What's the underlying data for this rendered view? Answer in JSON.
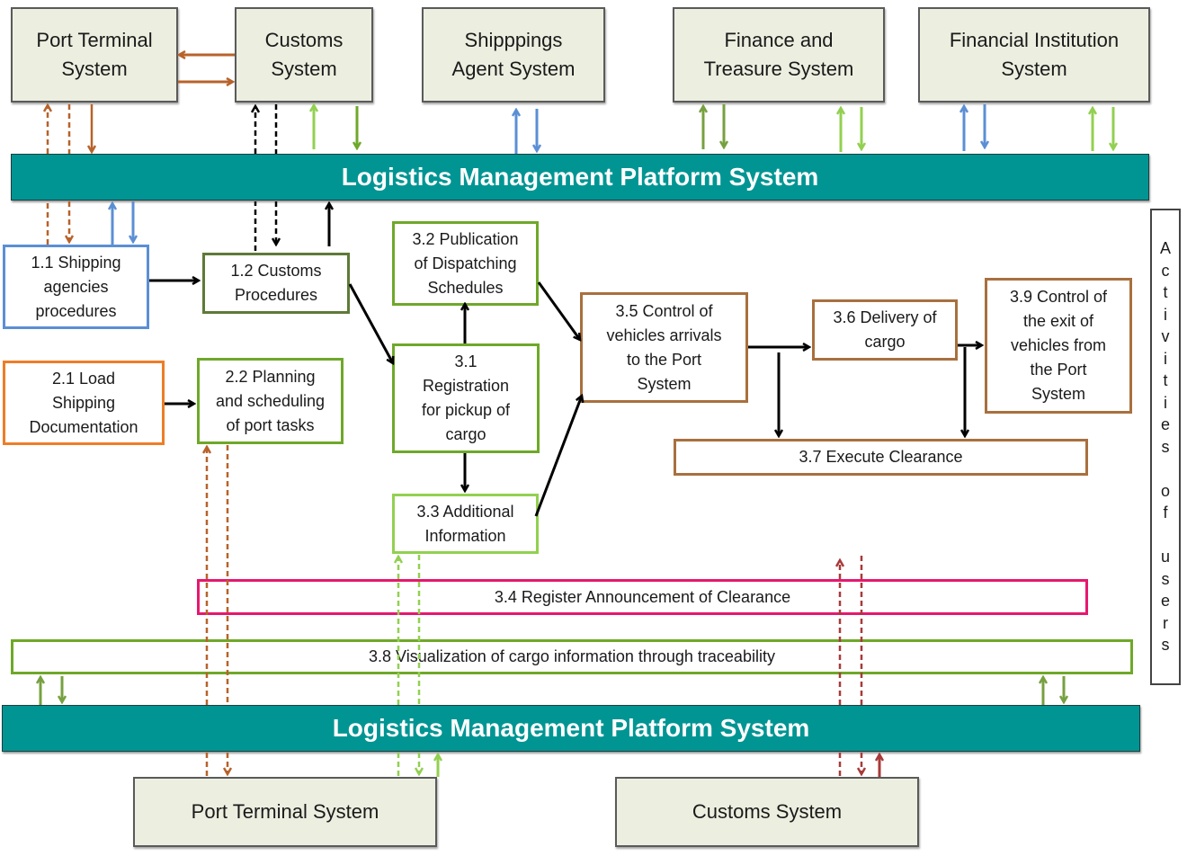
{
  "external_systems_top": [
    {
      "id": "port-terminal-top",
      "label": "Port Terminal\nSystem"
    },
    {
      "id": "customs-top",
      "label": "Customs\nSystem"
    },
    {
      "id": "shipping-agent-top",
      "label": "Shipppings\nAgent System"
    },
    {
      "id": "finance-treasure-top",
      "label": "Finance and\nTreasure System"
    },
    {
      "id": "financial-institution-top",
      "label": "Financial Institution\nSystem"
    }
  ],
  "platform_bars": {
    "top": "Logistics Management Platform System",
    "bottom": "Logistics Management Platform System"
  },
  "processes": {
    "p1_1": "1.1 Shipping\nagencies\nprocedures",
    "p1_2": "1.2 Customs\nProcedures",
    "p2_1": "2.1 Load\nShipping\nDocumentation",
    "p2_2": "2.2 Planning\nand scheduling\nof port tasks",
    "p3_1": "3.1\nRegistration\nfor pickup of\ncargo",
    "p3_2": "3.2 Publication\nof Dispatching\nSchedules",
    "p3_3": "3.3 Additional\nInformation",
    "p3_4": "3.4 Register Announcement  of Clearance",
    "p3_5": "3.5 Control of\nvehicles arrivals\nto the Port\nSystem",
    "p3_6": "3.6 Delivery of\ncargo",
    "p3_7": "3.7 Execute Clearance",
    "p3_8": "3.8 Visualization of cargo information through traceability",
    "p3_9": "3.9 Control of\nthe exit of\nvehicles from\nthe Port\nSystem"
  },
  "external_systems_bottom": [
    {
      "id": "port-terminal-bottom",
      "label": "Port Terminal System"
    },
    {
      "id": "customs-bottom",
      "label": "Customs System"
    }
  ],
  "side_label": {
    "text": "Activities of users",
    "letters": [
      "A",
      "c",
      "t",
      "i",
      "v",
      "i",
      "t",
      "i",
      "e",
      "s",
      "",
      "o",
      "f",
      "",
      "u",
      "s",
      "e",
      "r",
      "s"
    ]
  },
  "colors": {
    "platform_teal": "#009593",
    "system_fill": "#ecefe0",
    "shipping_blue": "#5b8fd4",
    "customs_dark_green": "#5e7a38",
    "planning_green": "#6fa82a",
    "light_green": "#92d050",
    "load_orange": "#ee7d27",
    "control_brown": "#a8703e",
    "announce_pink": "#e6186e",
    "arrow_brown": "#b8622a",
    "arrow_darkred": "#a83a3a",
    "arrow_olive": "#77a040",
    "arrow_black": "#000000"
  }
}
